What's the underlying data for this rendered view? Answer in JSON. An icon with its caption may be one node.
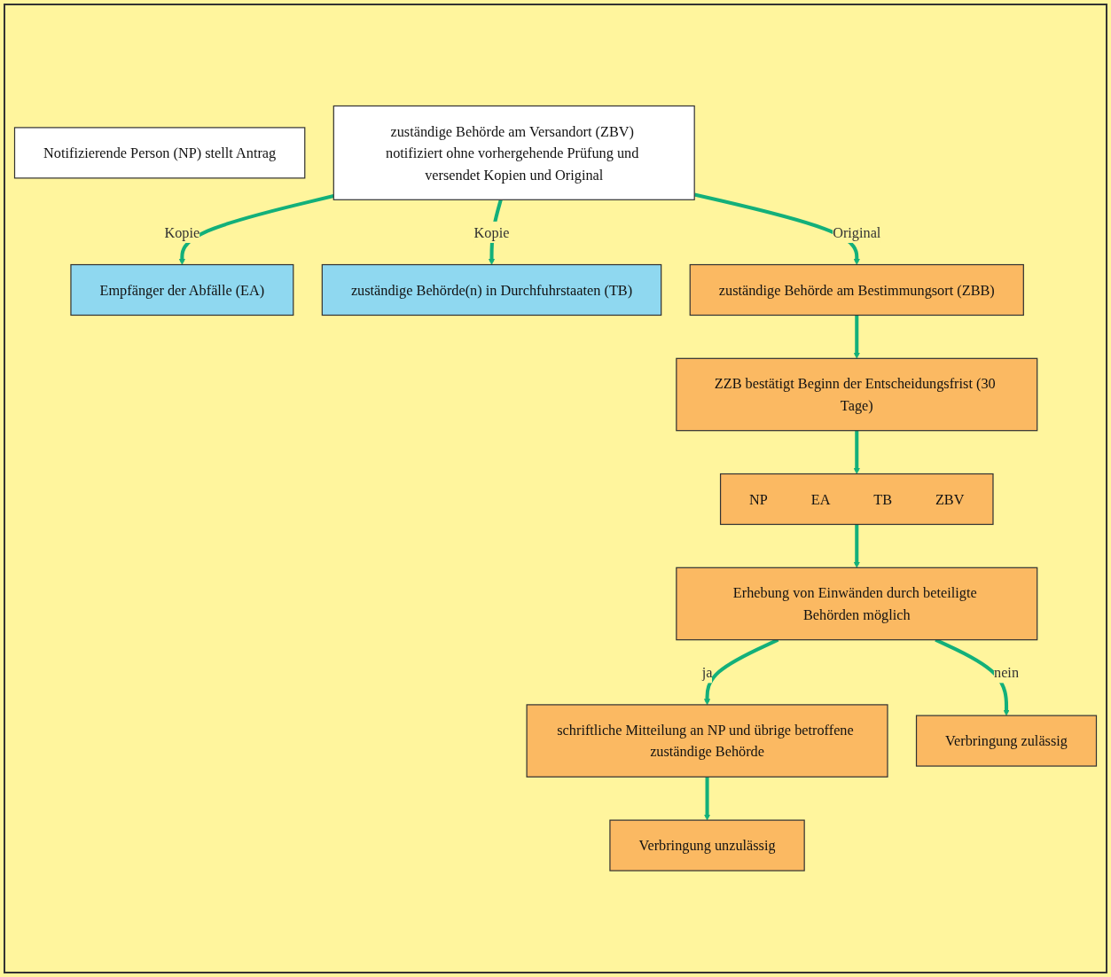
{
  "diagram": {
    "nodes": [
      {
        "text": [
          "Notifizierende Person (NP) stellt Antrag"
        ]
      },
      {
        "text": [
          "zuständige Behörde am Versandort (ZBV) notifiziert ohne vorhergehende Prüfung und versendet Kopien und Original"
        ]
      },
      {
        "text": [
          "Empfänger der Abfälle (EA)"
        ]
      },
      {
        "text": [
          "zuständige Behörde(n) in Durchfuhrstaaten (TB)"
        ]
      },
      {
        "text": [
          "zuständige Behörde am Bestimmungsort (ZBB)"
        ]
      },
      {
        "text": [
          "ZZB bestätigt Beginn der Entscheidungsfrist (30 Tage)"
        ]
      },
      {
        "text": [
          "NP",
          "EA",
          "TB",
          "ZBV"
        ]
      },
      {
        "text": [
          "Erhebung von Einwänden durch beteiligte Behörden möglich"
        ]
      },
      {
        "text": [
          "schriftliche Mitteilung an NP und übrige betroffene zuständige Behörde"
        ]
      },
      {
        "text": [
          "Verbringung zulässig"
        ]
      },
      {
        "text": [
          "Verbringung unzulässig"
        ]
      }
    ],
    "edges": [
      {
        "from": 1,
        "to": 2,
        "arrow": "to",
        "label": "Kopie"
      },
      {
        "from": 1,
        "to": 3,
        "arrow": "to",
        "label": "Kopie"
      },
      {
        "from": 1,
        "to": 4,
        "arrow": "to",
        "label": "Original"
      },
      {
        "from": 4,
        "to": 5,
        "arrow": "to"
      },
      {
        "from": 5,
        "to": 6,
        "arrow": "to"
      },
      {
        "from": 6,
        "to": 7,
        "arrow": "to"
      },
      {
        "from": 7,
        "to": 8,
        "arrow": "to",
        "label": "ja"
      },
      {
        "from": 7,
        "to": 9,
        "arrow": "to",
        "label": "nein"
      },
      {
        "from": 8,
        "to": 10,
        "arrow": "to"
      }
    ]
  }
}
